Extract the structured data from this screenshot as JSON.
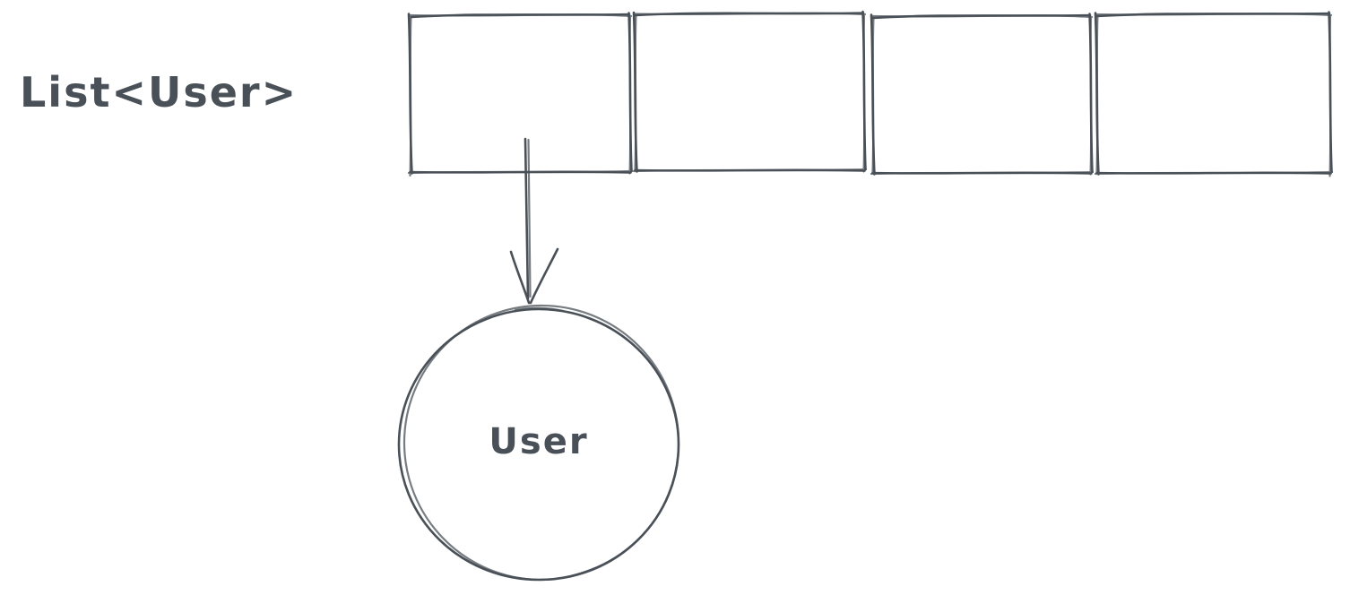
{
  "diagram": {
    "type": "sketch",
    "title_label": "List<User>",
    "node_label": "User",
    "list_cells_count": 4,
    "relations": [
      {
        "from": "list-cell-1",
        "to": "user-circle",
        "connector": "arrow-down"
      }
    ]
  },
  "colors": {
    "stroke": "#495057",
    "background": "#ffffff"
  }
}
